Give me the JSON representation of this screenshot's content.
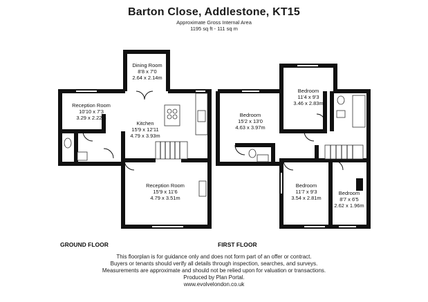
{
  "header": {
    "title": "Barton Close, Addlestone, KT15",
    "subtitle": "Approximate Gross Internal Area",
    "area": "1195 sq ft - 111 sq m"
  },
  "ground_floor": {
    "label": "GROUND FLOOR",
    "rooms": [
      {
        "name": "Dining Room",
        "imperial": "8'8 x 7'0",
        "metric": "2.64 x 2.14m"
      },
      {
        "name": "Reception Room",
        "imperial": "10'10 x 7'3",
        "metric": "3.29 x 2.22m"
      },
      {
        "name": "Kitchen",
        "imperial": "15'9 x 12'11",
        "metric": "4.79 x 3.93m"
      },
      {
        "name": "Reception Room",
        "imperial": "15'9 x 11'6",
        "metric": "4.79 x 3.51m"
      }
    ]
  },
  "first_floor": {
    "label": "FIRST FLOOR",
    "rooms": [
      {
        "name": "Bedroom",
        "imperial": "11'4 x 9'3",
        "metric": "3.46 x 2.83m"
      },
      {
        "name": "Bedroom",
        "imperial": "15'2 x 13'0",
        "metric": "4.63 x 3.97m"
      },
      {
        "name": "Bedroom",
        "imperial": "11'7 x 9'3",
        "metric": "3.54 x 2.81m"
      },
      {
        "name": "Bedroom",
        "imperial": "8'7 x 6'5",
        "metric": "2.62 x 1.96m"
      }
    ]
  },
  "footer": {
    "line1": "This floorplan is for guidance only and does not form part of an offer or contract.",
    "line2": "Buyers or tenants should verify all details through inspection, searches, and surveys.",
    "line3": "Measurements are approximate and should not be relied upon for valuation or transactions.",
    "line4": "Produced by Plan Portal.",
    "line5": "www.evolvelondon.co.uk"
  }
}
